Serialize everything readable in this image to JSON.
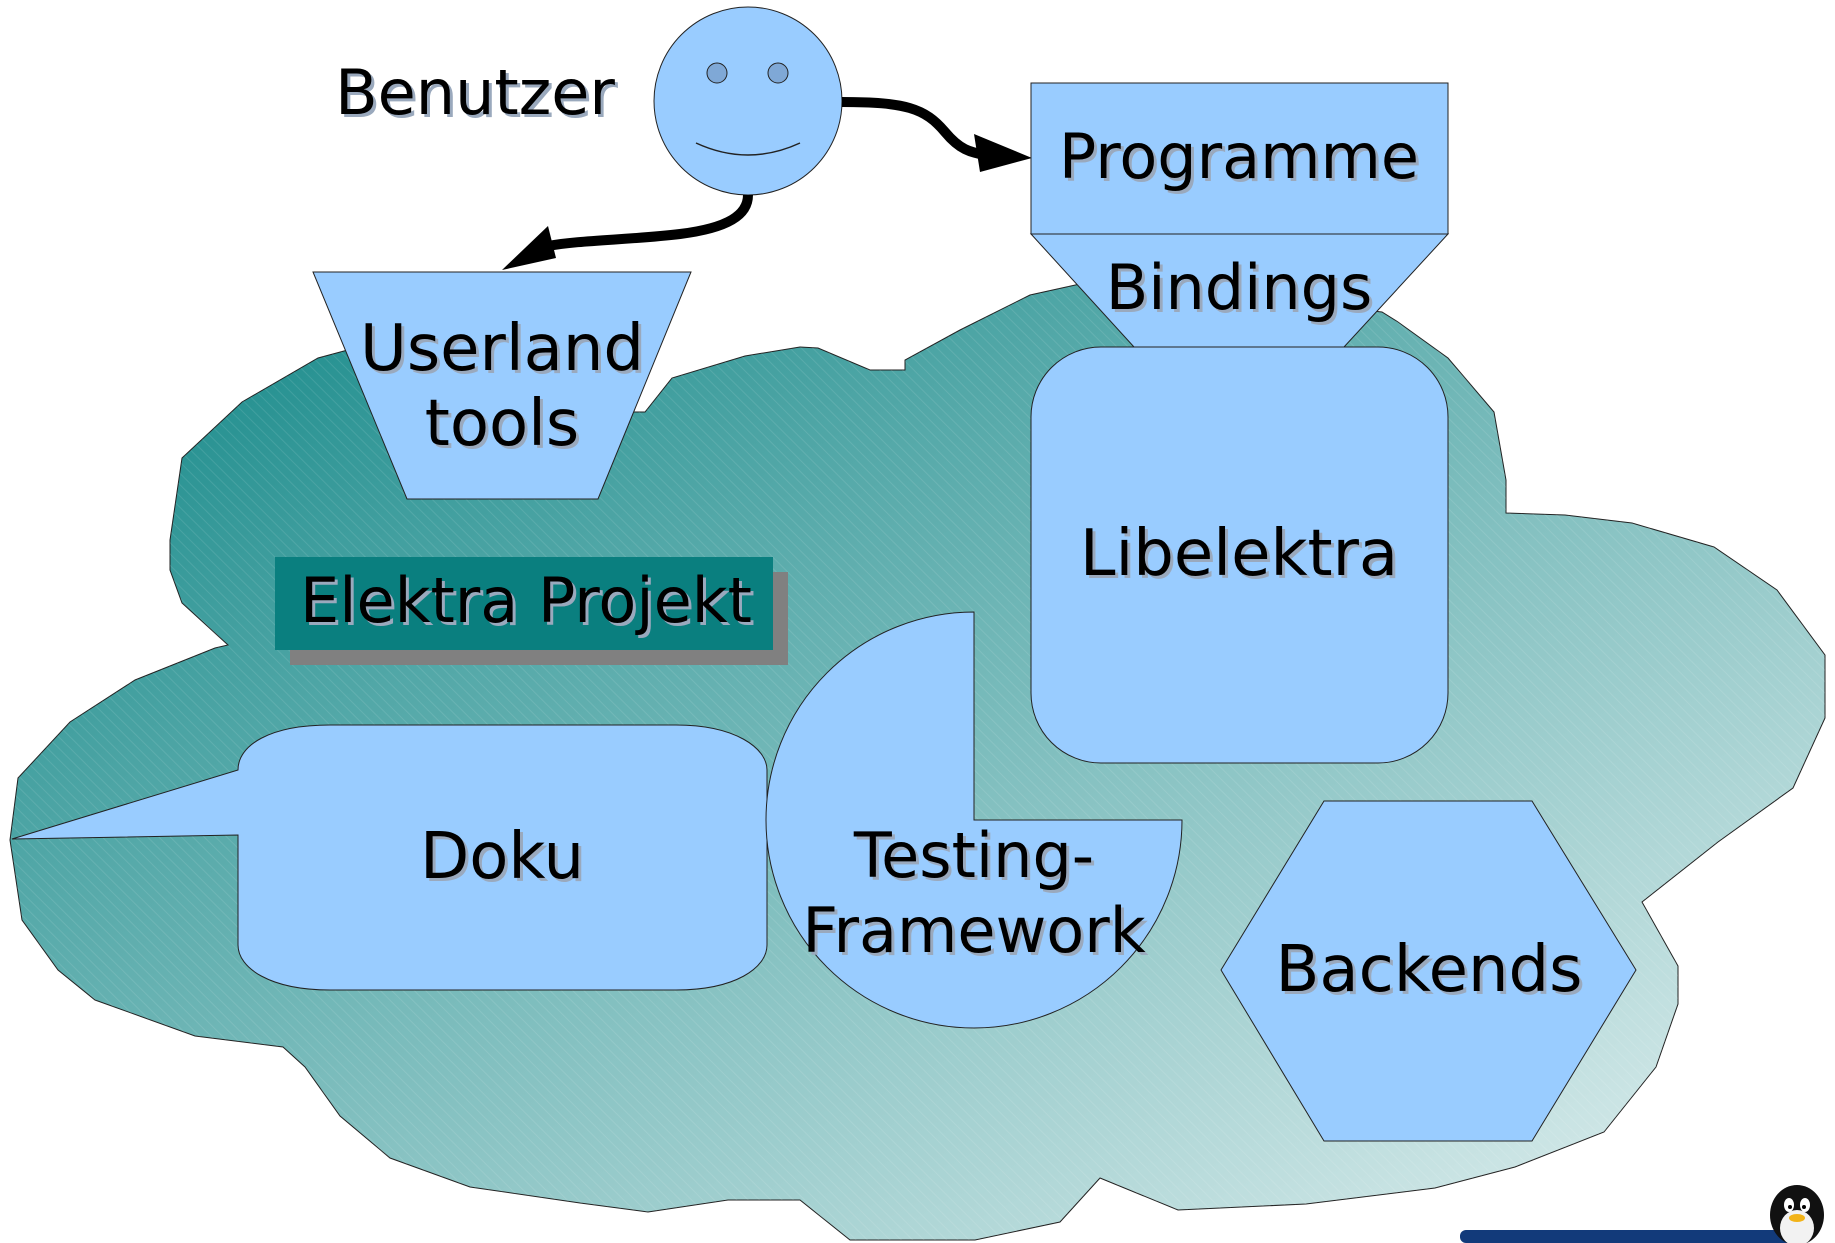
{
  "diagram": {
    "user_label": "Benutzer",
    "project_label": "Elektra Projekt",
    "programs": "Programme",
    "bindings": "Bindings",
    "userland_line1": "Userland",
    "userland_line2": "tools",
    "libelektra": "Libelektra",
    "doku": "Doku",
    "testing_line1": "Testing-",
    "testing_line2": "Framework",
    "backends": "Backends"
  },
  "colors": {
    "shape_fill": "#99ccff",
    "cloud_dark": "#118888",
    "cloud_light": "#dcecec",
    "project_box": "#0a7f7f",
    "shadow_box": "#808080",
    "arrow": "#000000"
  }
}
